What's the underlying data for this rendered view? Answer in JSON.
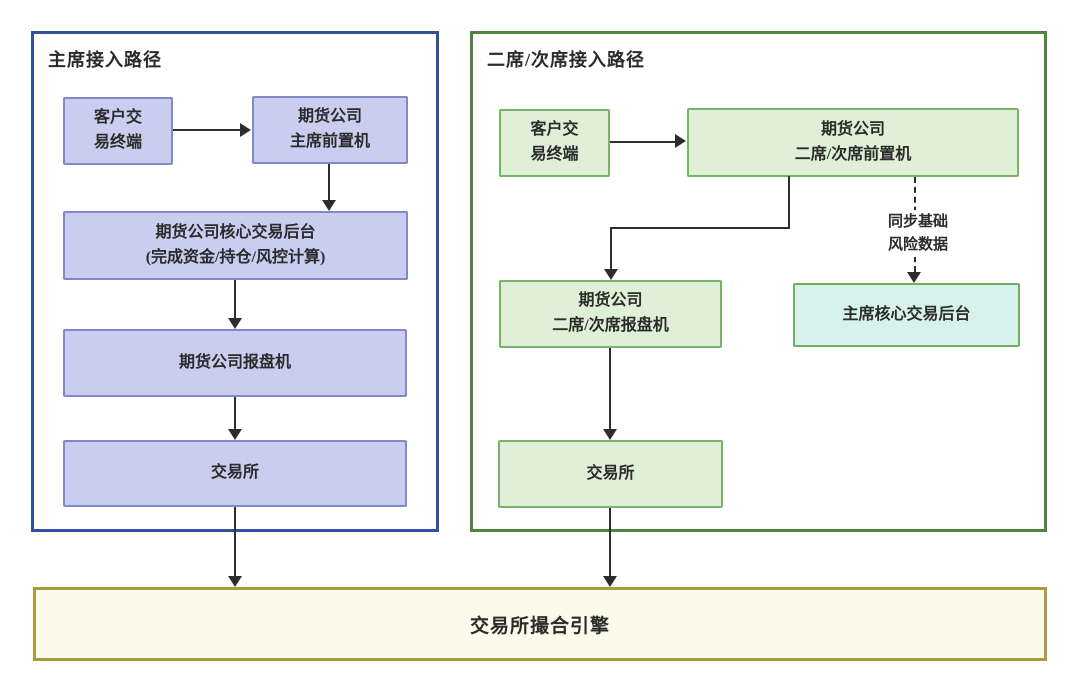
{
  "left_panel": {
    "title": "主席接入路径",
    "client_terminal": "客户交\n易终端",
    "front_machine": "期货公司\n主席前置机",
    "core_backend": "期货公司核心交易后台\n(完成资金/持仓/风控计算)",
    "order_machine": "期货公司报盘机",
    "exchange": "交易所"
  },
  "right_panel": {
    "title": "二席/次席接入路径",
    "client_terminal": "客户交\n易终端",
    "front_machine": "期货公司\n二席/次席前置机",
    "order_machine": "期货公司\n二席/次席报盘机",
    "main_backend": "主席核心交易后台",
    "exchange": "交易所",
    "sync_label": "同步基础\n风险数据"
  },
  "footer": {
    "matching_engine": "交易所撮合引擎"
  },
  "colors": {
    "left_panel_border": "#32509e",
    "right_panel_border": "#4e8540",
    "purple_node_fill": "#c9cdef",
    "purple_node_border": "#8289c6",
    "green_node_fill": "#dff0d6",
    "green_node_border": "#77b368",
    "cyan_node_fill": "#d7f2eb",
    "cyan_node_border": "#6fae63",
    "footer_fill": "#fcfaea",
    "footer_border": "#a89c3f",
    "connector": "#2d2d2d"
  }
}
